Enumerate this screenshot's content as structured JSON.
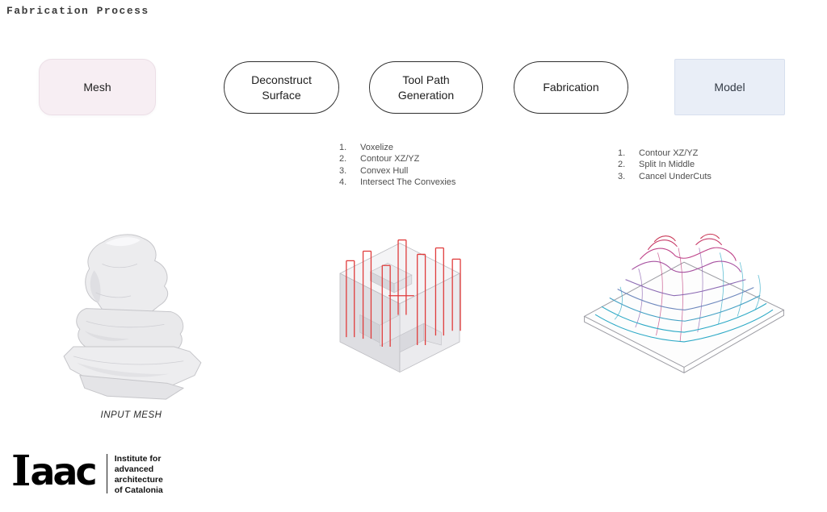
{
  "page": {
    "title": "Fabrication Process",
    "background": "#ffffff"
  },
  "flow": {
    "nodes": [
      {
        "label": "Mesh",
        "shape": "rounded-rect",
        "fill": "#f7eef3",
        "border": "#ecdfe7"
      },
      {
        "label": "Deconstruct Surface",
        "shape": "stadium",
        "fill": "#ffffff",
        "border": "#2e2e2e"
      },
      {
        "label": "Tool Path Generation",
        "shape": "stadium",
        "fill": "#ffffff",
        "border": "#2e2e2e"
      },
      {
        "label": "Fabrication",
        "shape": "stadium",
        "fill": "#ffffff",
        "border": "#2e2e2e"
      },
      {
        "label": "Model",
        "shape": "rect",
        "fill": "#e9eef7",
        "border": "#d7dfee"
      }
    ]
  },
  "lists": {
    "steps_toolpath": {
      "items": [
        {
          "num": "1.",
          "text": "Voxelize"
        },
        {
          "num": "2.",
          "text": "Contour XZ/YZ"
        },
        {
          "num": "3.",
          "text": "Convex Hull"
        },
        {
          "num": "4.",
          "text": "Intersect The Convexies"
        }
      ]
    },
    "steps_model": {
      "items": [
        {
          "num": "1.",
          "text": "Contour XZ/YZ"
        },
        {
          "num": "2.",
          "text": "Split In Middle"
        },
        {
          "num": "3.",
          "text": "Cancel UnderCuts"
        }
      ]
    }
  },
  "figures": {
    "input_mesh_caption": "INPUT MESH"
  },
  "logo": {
    "wordmark_i": "I",
    "wordmark_rest": "aac",
    "tagline_line1": "Institute for",
    "tagline_line2": "advanced",
    "tagline_line3": "architecture",
    "tagline_line4": "of Catalonia"
  },
  "colors": {
    "toolpath_red": "#e03a3a",
    "contour_cyan": "#2ca9c6",
    "contour_purple": "#8a68b2",
    "contour_magenta": "#bf4389",
    "contour_crimson": "#ca3a58",
    "mesh_node_pink": "#f7eef3",
    "model_node_blue": "#e9eef7"
  }
}
